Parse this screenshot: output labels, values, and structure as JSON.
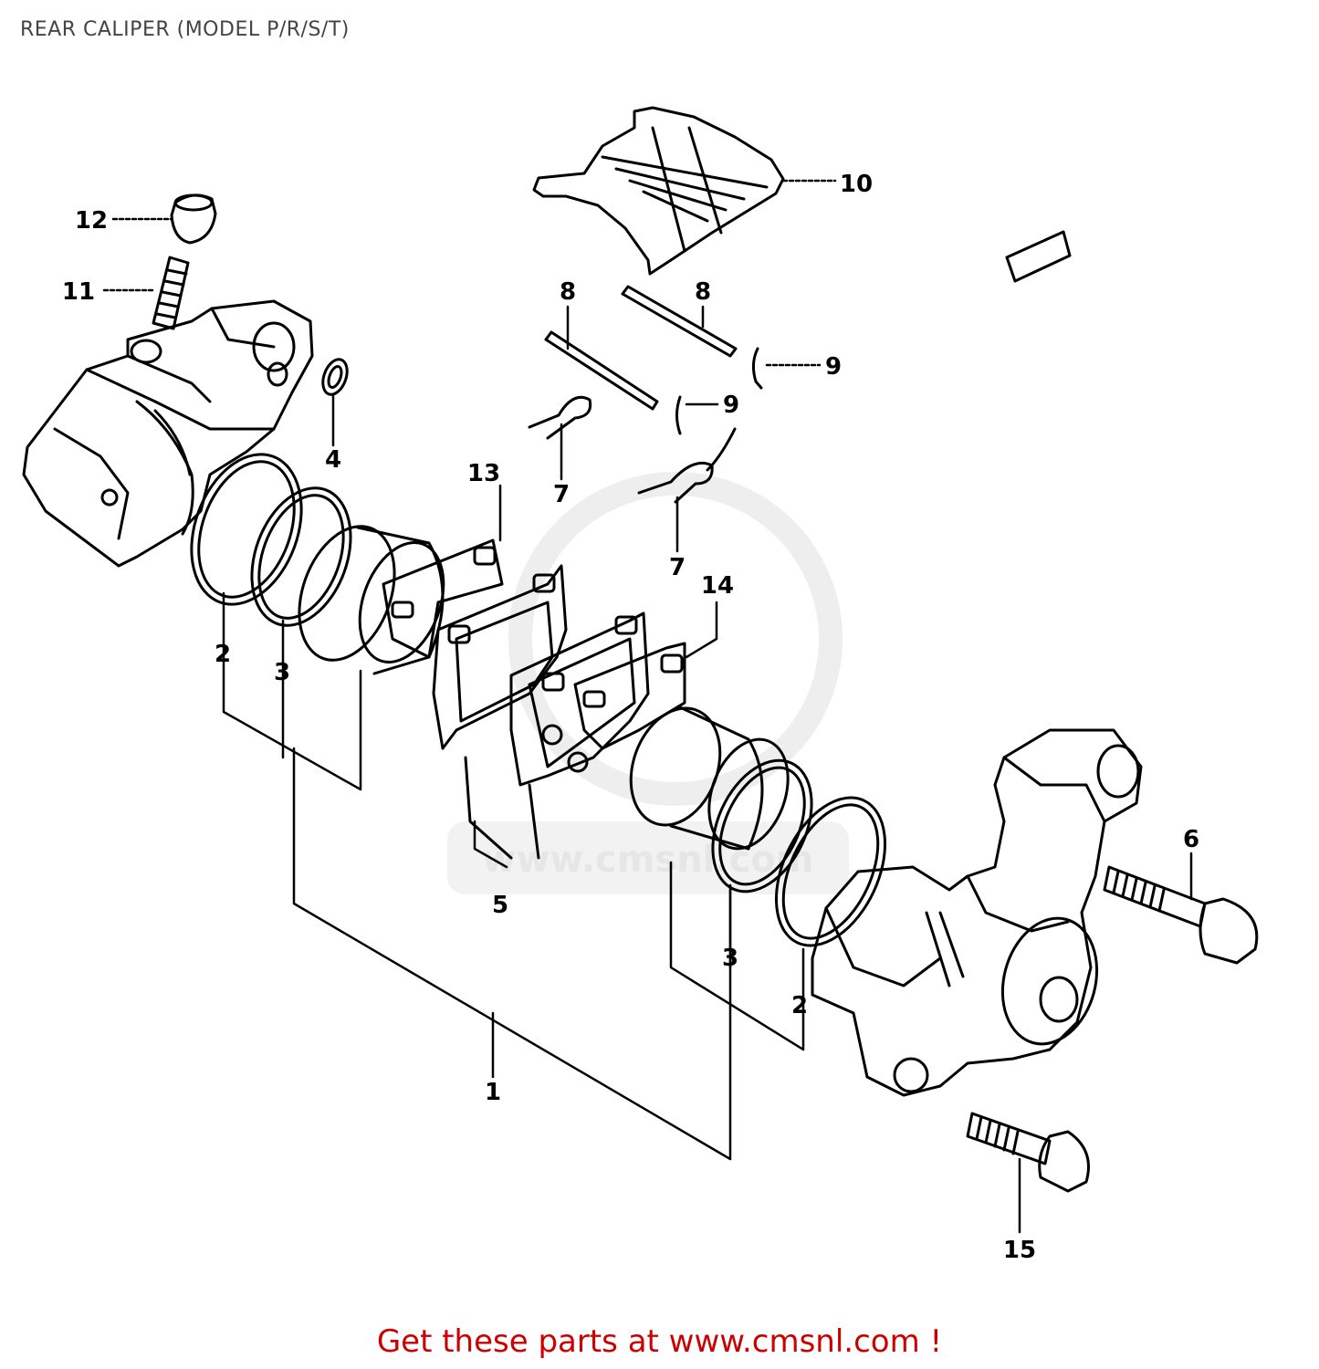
{
  "title": "REAR CALIPER (MODEL P/R/S/T)",
  "footer": {
    "text": "Get these parts at www.cmsnl.com !"
  },
  "watermark": {
    "text": "www.cmsnl.com"
  },
  "part_labels": {
    "p1": "1",
    "p2a": "2",
    "p2b": "2",
    "p3a": "3",
    "p3b": "3",
    "p4": "4",
    "p5": "5",
    "p6": "6",
    "p7a": "7",
    "p7b": "7",
    "p8a": "8",
    "p8b": "8",
    "p9a": "9",
    "p9b": "9",
    "p10": "10",
    "p11": "11",
    "p12": "12",
    "p13": "13",
    "p14": "14",
    "p15": "15"
  },
  "colors": {
    "line": "#000000",
    "footer": "#cc0000",
    "title": "#444444",
    "watermark": "#e6e6e6"
  }
}
